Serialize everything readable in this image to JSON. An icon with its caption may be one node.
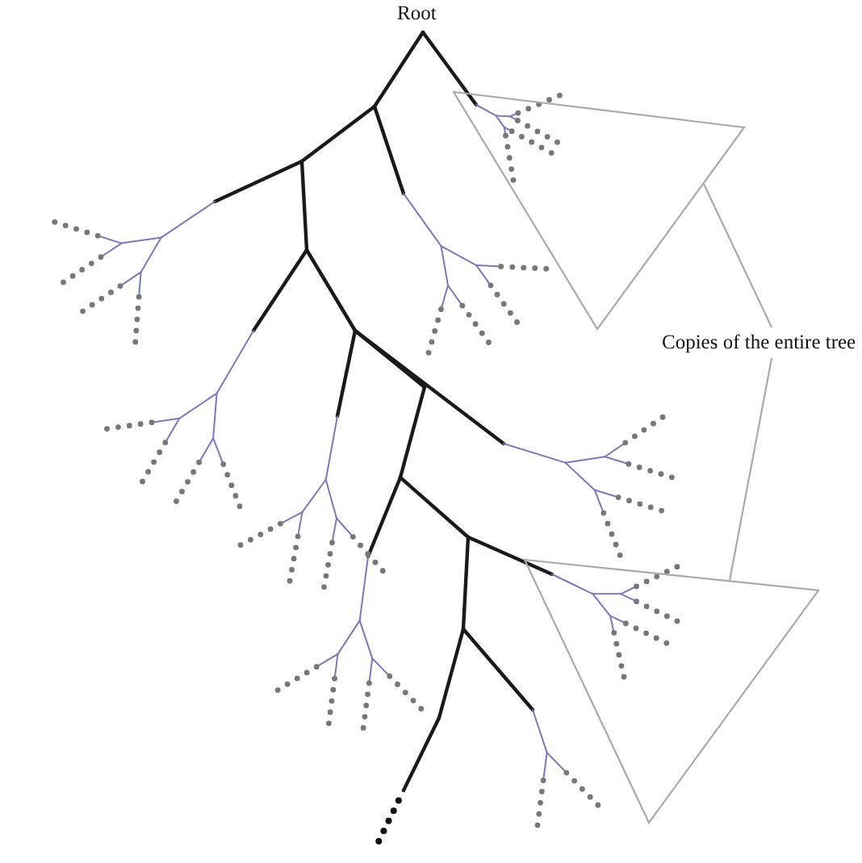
{
  "diagram": {
    "nodes": [
      {
        "text": [
          "Copies of the entire tree"
        ]
      },
      {
        "text": [],
        "shape": "triangle"
      },
      {
        "text": [],
        "shape": "triangle"
      }
    ],
    "edges": [
      {
        "from": 0,
        "to": 1,
        "arrow": "none"
      },
      {
        "from": 0,
        "to": 2,
        "arrow": "none"
      }
    ],
    "labels": [
      "Root"
    ]
  }
}
